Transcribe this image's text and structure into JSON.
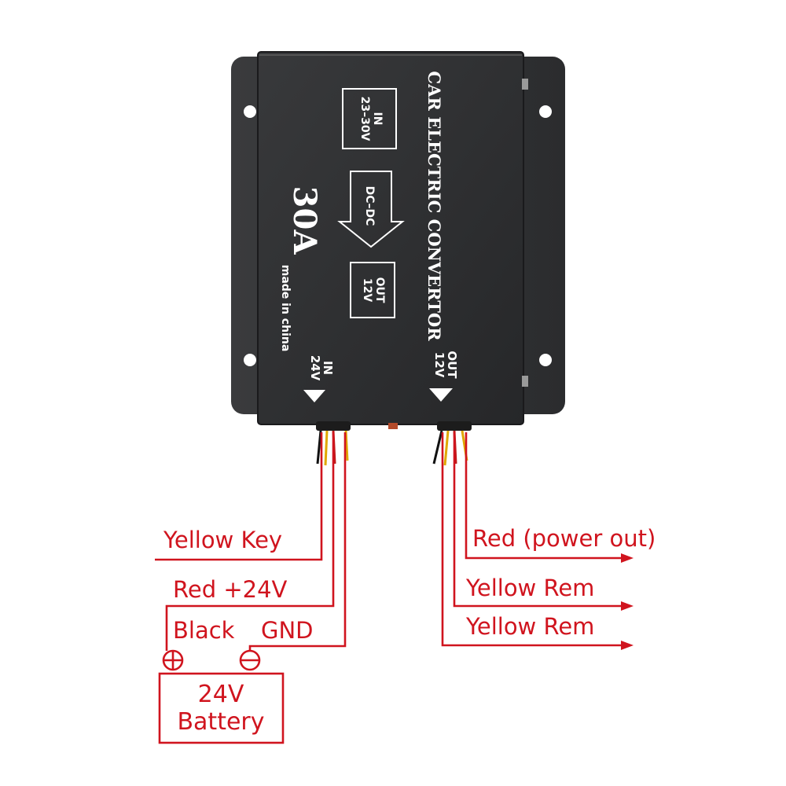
{
  "device": {
    "brand_text": "CAR ELECTRIC CONVERTOR",
    "current_rating": "30A",
    "origin_text": "made in china",
    "in_box": [
      "IN",
      "23–30V"
    ],
    "dcdc_label": "DC–DC",
    "out_box": [
      "OUT",
      "12V"
    ],
    "terminal_in": [
      "IN",
      "24V"
    ],
    "terminal_out": [
      "OUT",
      "12V"
    ]
  },
  "wiring": {
    "input": {
      "yellow_key": "Yellow   Key",
      "red_24v": "Red  +24V",
      "black": "Black",
      "gnd": "GND"
    },
    "output": {
      "red_power_out": "Red  (power out)",
      "yellow_rem_1": "Yellow  Rem",
      "yellow_rem_2": "Yellow  Rem"
    }
  },
  "battery": {
    "line1": "24V",
    "line2": "Battery",
    "positive_symbol": "⊕",
    "negative_symbol": "⊖"
  },
  "colors": {
    "wire_red": "#d0141e",
    "device_body": "#2e2f31",
    "device_text": "#ffffff"
  }
}
